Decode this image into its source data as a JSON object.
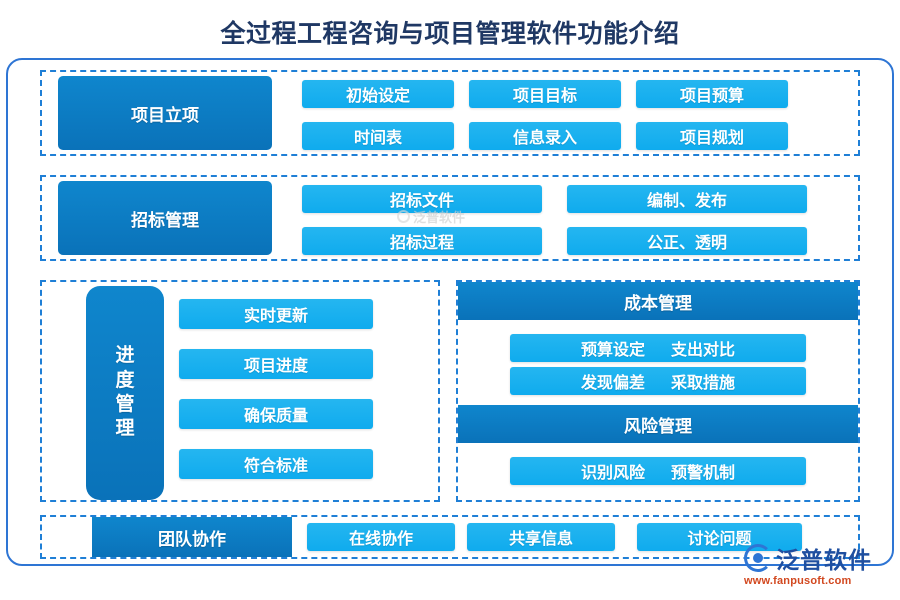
{
  "title": "全过程工程咨询与项目管理软件功能介绍",
  "colors": {
    "title": "#1f3864",
    "outer_border": "#2e75d4",
    "dashed_border": "#1f7fd6",
    "header_blue": "#0a72b9",
    "pill_blue": "#0fabee",
    "logo_blue": "#1f4fa0",
    "logo_url": "#d2481f"
  },
  "sections": {
    "initiation": {
      "header": "项目立项",
      "items": [
        "初始设定",
        "项目目标",
        "项目预算",
        "时间表",
        "信息录入",
        "项目规划"
      ]
    },
    "bidding": {
      "header": "招标管理",
      "items": [
        "招标文件",
        "编制、发布",
        "招标过程",
        "公正、透明"
      ]
    },
    "progress": {
      "header": "进度管理",
      "header_chars": [
        "进",
        "度",
        "管",
        "理"
      ],
      "items": [
        "实时更新",
        "项目进度",
        "确保质量",
        "符合标准"
      ]
    },
    "cost": {
      "header": "成本管理",
      "rows": [
        {
          "left": "预算设定",
          "right": "支出对比"
        },
        {
          "left": "发现偏差",
          "right": "采取措施"
        }
      ]
    },
    "risk": {
      "header": "风险管理",
      "rows": [
        {
          "left": "识别风险",
          "right": "预警机制"
        }
      ]
    },
    "collaboration": {
      "header": "团队协作",
      "items": [
        "在线协作",
        "共享信息",
        "讨论问题"
      ]
    }
  },
  "watermarks": {
    "center_text": "泛普软件"
  },
  "logo": {
    "name": "泛普软件",
    "url": "www.fanpusoft.com"
  }
}
